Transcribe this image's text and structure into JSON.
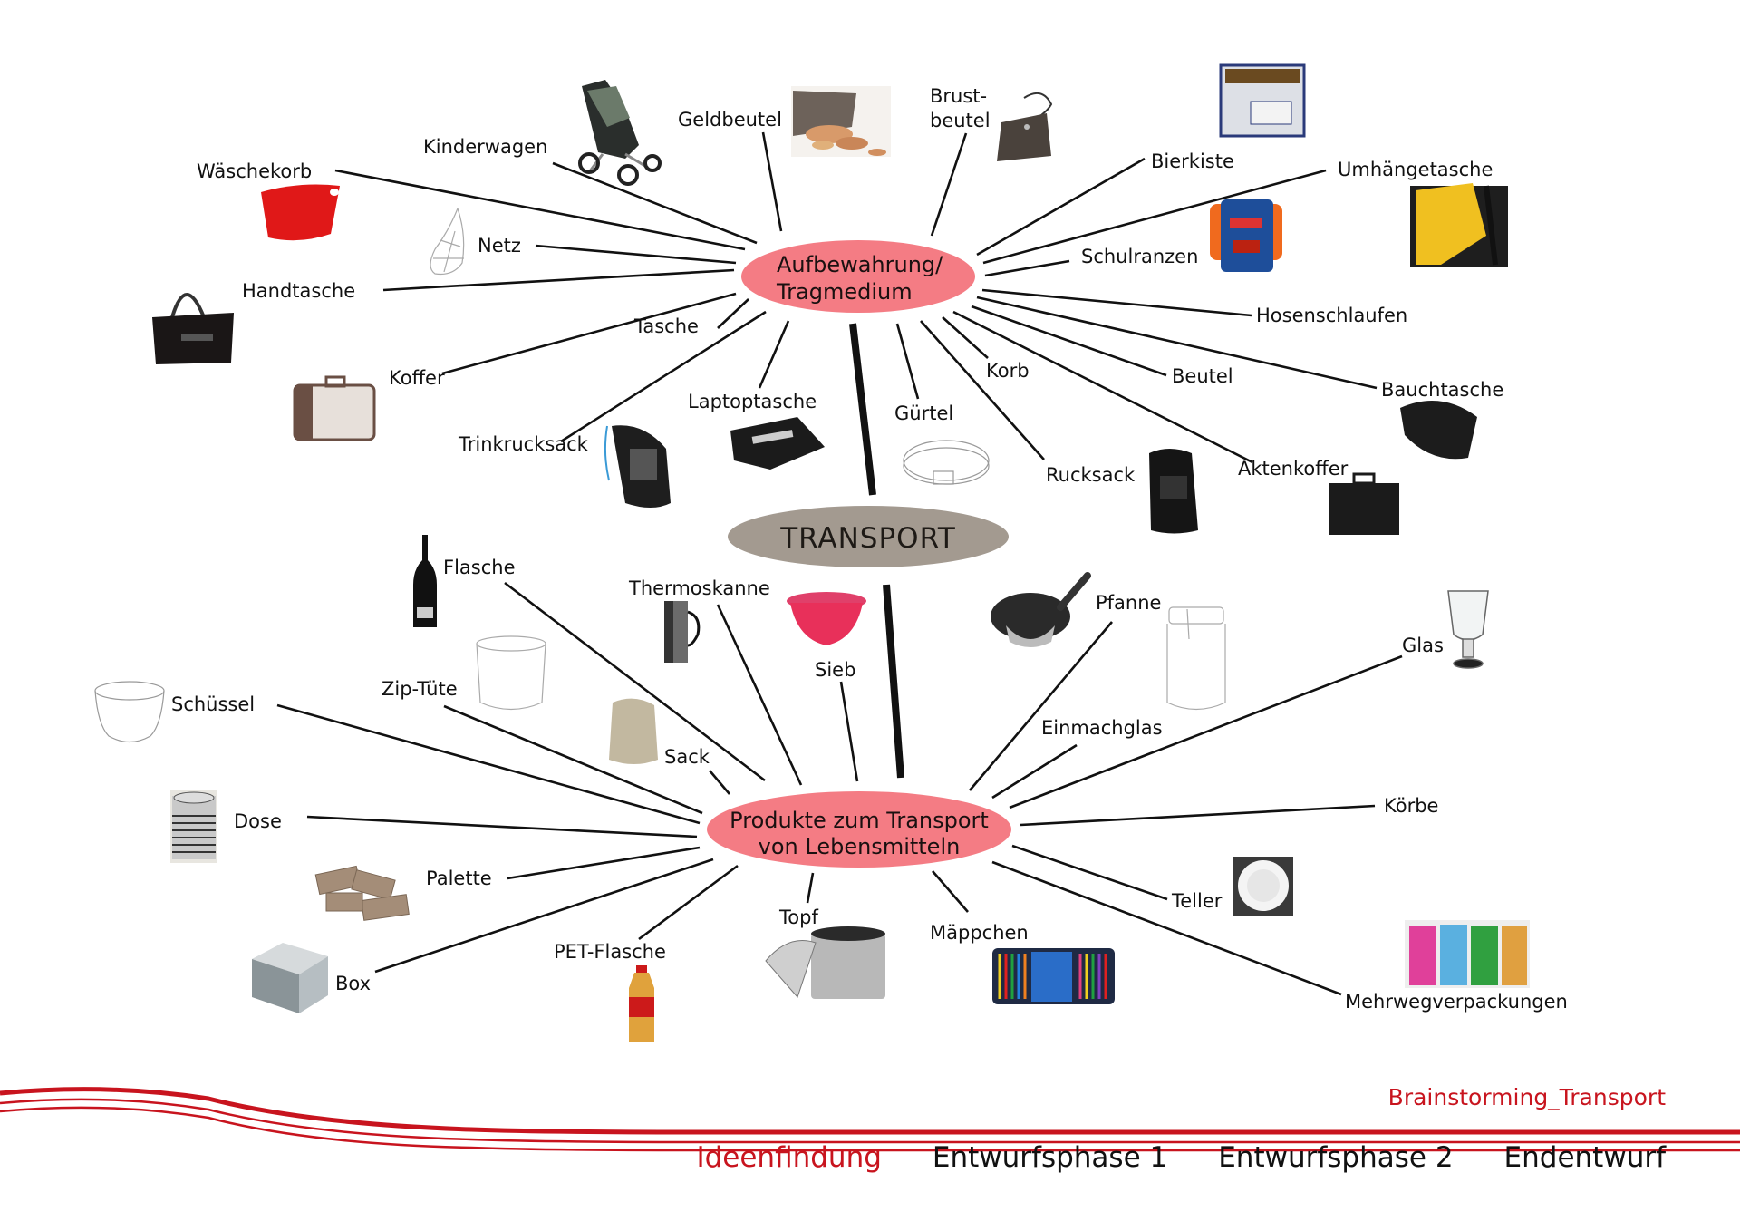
{
  "title": "Brainstorming_Transport",
  "colors": {
    "hub_fill": "#f47c84",
    "transport_fill": "#a39a90",
    "accent_red": "#c8141e",
    "line": "#111111"
  },
  "center": {
    "label": "TRANSPORT"
  },
  "upper_hub": {
    "line1": "Aufbewahrung/",
    "line2": "Tragmedium",
    "items": [
      {
        "label": "Wäschekorb",
        "icon": "laundry-basket-image"
      },
      {
        "label": "Kinderwagen",
        "icon": "stroller-image"
      },
      {
        "label": "Geldbeutel",
        "icon": "wallet-image"
      },
      {
        "label": "Brust-",
        "label2": "beutel",
        "icon": "neck-pouch-image"
      },
      {
        "label": "Bierkiste",
        "icon": "beer-crate-image"
      },
      {
        "label": "Umhängetasche",
        "icon": "shoulder-bag-image"
      },
      {
        "label": "Schulranzen",
        "icon": "school-bag-image"
      },
      {
        "label": "Hosenschlaufen",
        "icon": ""
      },
      {
        "label": "Beutel",
        "icon": ""
      },
      {
        "label": "Bauchtasche",
        "icon": "waist-bag-image"
      },
      {
        "label": "Korb",
        "icon": ""
      },
      {
        "label": "Aktenkoffer",
        "icon": "briefcase-image"
      },
      {
        "label": "Rucksack",
        "icon": "backpack-image"
      },
      {
        "label": "Gürtel",
        "icon": "belt-sketch-image"
      },
      {
        "label": "Laptoptasche",
        "icon": "laptop-bag-image"
      },
      {
        "label": "Trinkrucksack",
        "icon": "hydration-backpack-image"
      },
      {
        "label": "Tasche",
        "icon": ""
      },
      {
        "label": "Koffer",
        "icon": "suitcase-image"
      },
      {
        "label": "Handtasche",
        "icon": "handbag-image"
      },
      {
        "label": "Netz",
        "icon": "net-bag-sketch-image"
      }
    ]
  },
  "lower_hub": {
    "line1": "Produkte zum Transport",
    "line2": "von Lebensmitteln",
    "items": [
      {
        "label": "Flasche",
        "icon": "bottle-image"
      },
      {
        "label": "Thermoskanne",
        "icon": "thermos-image"
      },
      {
        "label": "Sieb",
        "icon": "colander-image"
      },
      {
        "label": "Sack",
        "icon": "sack-image"
      },
      {
        "label": "Zip-Tüte",
        "icon": "zip-bag-sketch-image"
      },
      {
        "label": "Schüssel",
        "icon": "bowl-sketch-image"
      },
      {
        "label": "Dose",
        "icon": "can-image"
      },
      {
        "label": "Palette",
        "icon": "pallets-image"
      },
      {
        "label": "Box",
        "icon": "metal-box-image"
      },
      {
        "label": "PET-Flasche",
        "icon": "pet-bottle-image"
      },
      {
        "label": "Topf",
        "icon": "pot-image"
      },
      {
        "label": "Mäppchen",
        "icon": "pencil-case-image"
      },
      {
        "label": "Teller",
        "icon": "plate-image"
      },
      {
        "label": "Mehrwegverpackungen",
        "icon": "cartons-image"
      },
      {
        "label": "Körbe",
        "icon": ""
      },
      {
        "label": "Glas",
        "icon": "glass-image"
      },
      {
        "label": "Einmachglas",
        "icon": "mason-jar-sketch-image"
      },
      {
        "label": "Pfanne",
        "icon": "pan-image"
      }
    ]
  },
  "footer": {
    "title": "Brainstorming_Transport",
    "nav": [
      {
        "label": "Ideenfindung",
        "active": true
      },
      {
        "label": "Entwurfsphase 1",
        "active": false
      },
      {
        "label": "Entwurfsphase 2",
        "active": false
      },
      {
        "label": "Endentwurf",
        "active": false
      }
    ]
  }
}
